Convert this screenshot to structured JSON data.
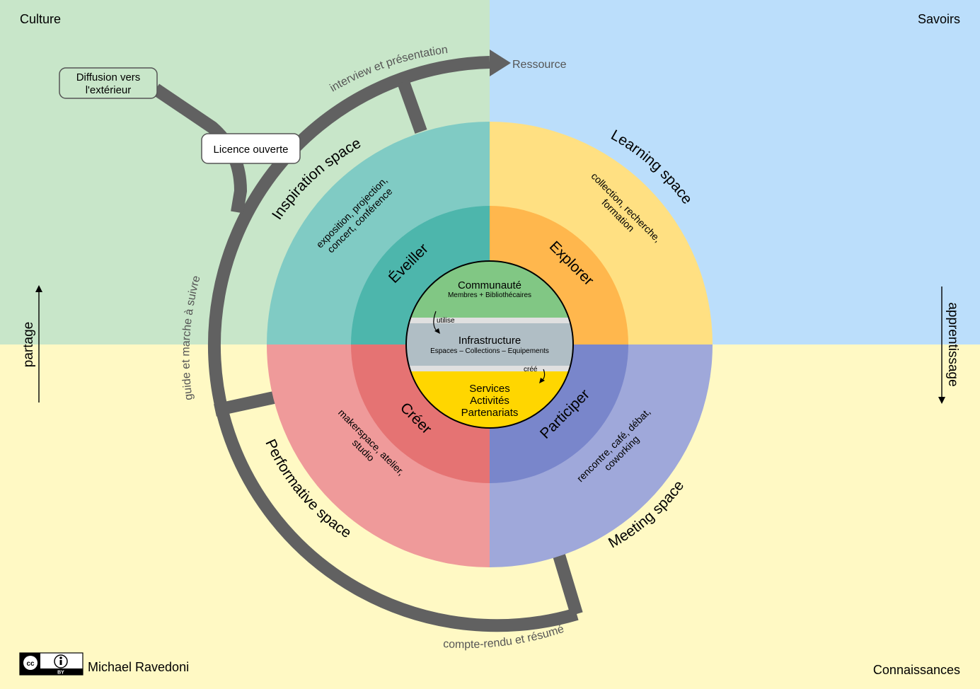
{
  "corners": {
    "top_left": "Culture",
    "top_right": "Savoirs",
    "bottom_right": "Connaissances"
  },
  "axes": {
    "left": "partage",
    "right": "apprentissage"
  },
  "outer_path": {
    "top": "interview et présentation",
    "left": "guide et marche à suivre",
    "bottom": "compte-rendu et résumé",
    "arrow_target": "Ressource"
  },
  "boxes": {
    "diffusion_line1": "Diffusion vers",
    "diffusion_line2": "l'extérieur",
    "licence": "Licence ouverte"
  },
  "spaces": {
    "inspiration": {
      "title": "Inspiration space",
      "line1": "exposition, projection,",
      "line2": "concert, conférence",
      "verb": "Éveiller"
    },
    "learning": {
      "title": "Learning space",
      "line1": "collection, recherche,",
      "line2": "formation",
      "verb": "Explorer"
    },
    "performative": {
      "title": "Performative space",
      "line1": "makerspace, atelier,",
      "line2": "studio",
      "verb": "Créer"
    },
    "meeting": {
      "title": "Meeting space",
      "line1": "rencontre, café, débat,",
      "line2": "coworking",
      "verb": "Participer"
    }
  },
  "core": {
    "community_title": "Communauté",
    "community_sub": "Membres + Bibliothécaires",
    "uses": "utilise",
    "infra_title": "Infrastructure",
    "infra_sub": "Espaces – Collections – Equipements",
    "creates": "créé",
    "services_line1": "Services",
    "services_line2": "Activités",
    "services_line3": "Partenariats"
  },
  "credit": {
    "author": "Michael Ravedoni",
    "badge_cc": "cc",
    "badge_by": "BY"
  },
  "colors": {
    "culture_bg": "#c8e6c9",
    "savoirs_bg": "#bbdefb",
    "bottom_bg": "#fff9c4",
    "inspiration_outer": "#80cbc4",
    "inspiration_inner": "#4db6ac",
    "learning_outer": "#ffe082",
    "learning_inner": "#ffb74d",
    "performative_outer": "#ef9a9a",
    "performative_inner": "#e57373",
    "meeting_outer": "#9fa8da",
    "meeting_inner": "#7986cb",
    "community": "#81c784",
    "infrastructure": "#b0bec5",
    "services": "#ffd600",
    "path": "#616161"
  }
}
